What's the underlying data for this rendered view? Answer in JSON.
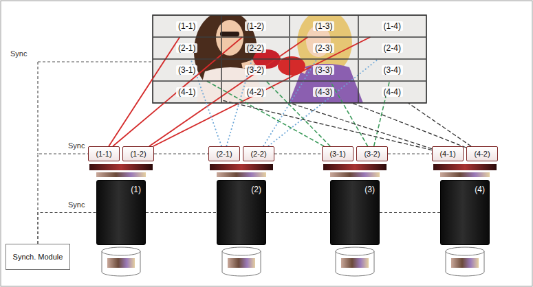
{
  "diagram": {
    "nodes": [
      {
        "text": [
          "(1-1)"
        ]
      },
      {
        "text": [
          "(1-2)"
        ]
      },
      {
        "text": [
          "(1-3)"
        ]
      },
      {
        "text": [
          "(1-4)"
        ]
      },
      {
        "text": [
          "(2-1)"
        ]
      },
      {
        "text": [
          "(2-2)"
        ]
      },
      {
        "text": [
          "(2-3)"
        ]
      },
      {
        "text": [
          "(2-4)"
        ]
      },
      {
        "text": [
          "(3-1)"
        ]
      },
      {
        "text": [
          "(3-2)"
        ]
      },
      {
        "text": [
          "(3-3)"
        ]
      },
      {
        "text": [
          "(3-4)"
        ]
      },
      {
        "text": [
          "(4-1)"
        ]
      },
      {
        "text": [
          "(4-2)"
        ]
      },
      {
        "text": [
          "(4-3)"
        ]
      },
      {
        "text": [
          "(4-4)"
        ]
      },
      {
        "text": [
          "(1-1)"
        ]
      },
      {
        "text": [
          "(1-2)"
        ]
      },
      {
        "text": [
          "(2-1)"
        ]
      },
      {
        "text": [
          "(2-2)"
        ]
      },
      {
        "text": [
          "(3-1)"
        ]
      },
      {
        "text": [
          "(3-2)"
        ]
      },
      {
        "text": [
          "(4-1)"
        ]
      },
      {
        "text": [
          "(4-2)"
        ]
      },
      {
        "text": [
          "(1)"
        ]
      },
      {
        "text": [
          "(2)"
        ]
      },
      {
        "text": [
          "(3)"
        ]
      },
      {
        "text": [
          "(4)"
        ]
      },
      {
        "text": [
          "Synch. Module"
        ]
      }
    ],
    "edges": [
      {
        "from": 16,
        "to": 0,
        "arrow": "none"
      },
      {
        "from": 16,
        "to": 1,
        "arrow": "none"
      },
      {
        "from": 17,
        "to": 2,
        "arrow": "none"
      },
      {
        "from": 17,
        "to": 3,
        "arrow": "none"
      },
      {
        "from": 18,
        "to": 4,
        "arrow": "none"
      },
      {
        "from": 18,
        "to": 5,
        "arrow": "none"
      },
      {
        "from": 19,
        "to": 6,
        "arrow": "none"
      },
      {
        "from": 19,
        "to": 7,
        "arrow": "none"
      },
      {
        "from": 20,
        "to": 8,
        "arrow": "none"
      },
      {
        "from": 20,
        "to": 9,
        "arrow": "none"
      },
      {
        "from": 21,
        "to": 10,
        "arrow": "none"
      },
      {
        "from": 21,
        "to": 11,
        "arrow": "none"
      },
      {
        "from": 22,
        "to": 12,
        "arrow": "none"
      },
      {
        "from": 22,
        "to": 13,
        "arrow": "none"
      },
      {
        "from": 23,
        "to": 14,
        "arrow": "none"
      },
      {
        "from": 23,
        "to": 15,
        "arrow": "none"
      },
      {
        "from": 28,
        "to": 16,
        "arrow": "none"
      },
      {
        "from": 17,
        "to": 18,
        "arrow": "none"
      },
      {
        "from": 19,
        "to": 20,
        "arrow": "none"
      },
      {
        "from": 21,
        "to": 22,
        "arrow": "none"
      },
      {
        "from": 28,
        "to": 24,
        "arrow": "none"
      },
      {
        "from": 24,
        "to": 25,
        "arrow": "none"
      },
      {
        "from": 25,
        "to": 26,
        "arrow": "none"
      },
      {
        "from": 26,
        "to": 27,
        "arrow": "none"
      }
    ],
    "labels": [
      "Sync",
      "Sync",
      "Sync"
    ]
  }
}
